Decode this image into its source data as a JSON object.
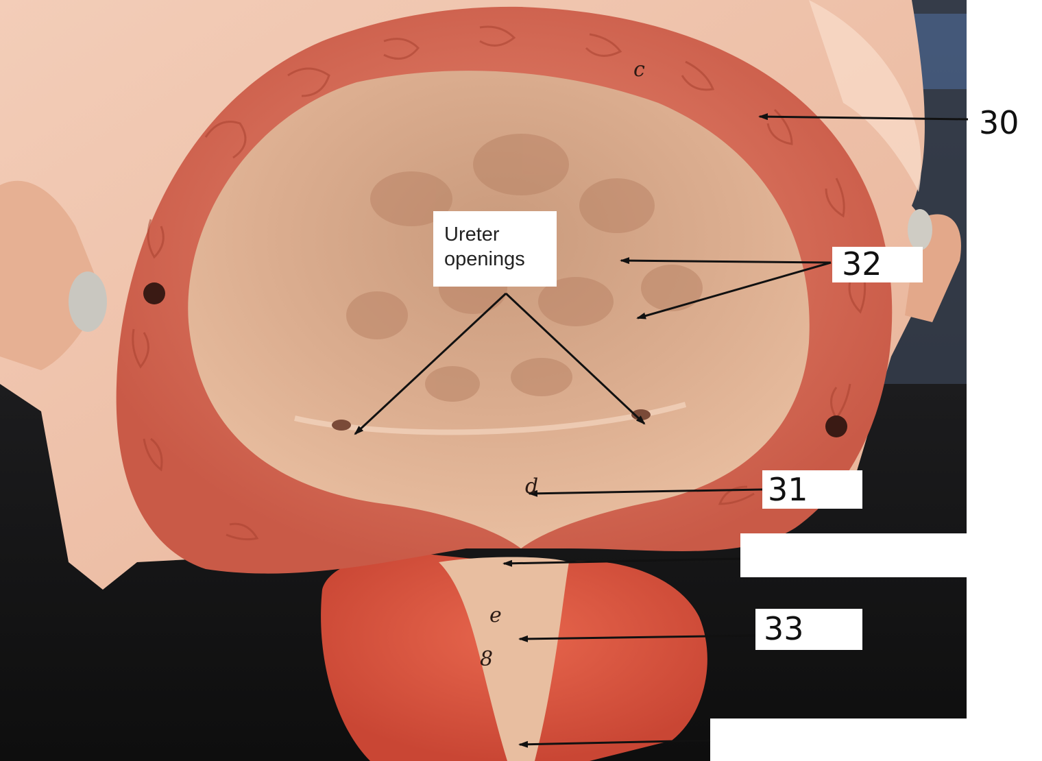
{
  "callout": {
    "line1": "Ureter",
    "line2": "openings"
  },
  "labels": {
    "l30": "30",
    "l31": "31",
    "l32": "32",
    "l33": "33"
  },
  "model_marks": {
    "c": "c",
    "d": "d",
    "e": "e",
    "eight": "8"
  },
  "colors": {
    "muscle_wall": "#d9715f",
    "mucosa": "#e6b496",
    "background_dark": "#151515",
    "hand": "#f0c6b0",
    "arrow": "#111111"
  }
}
